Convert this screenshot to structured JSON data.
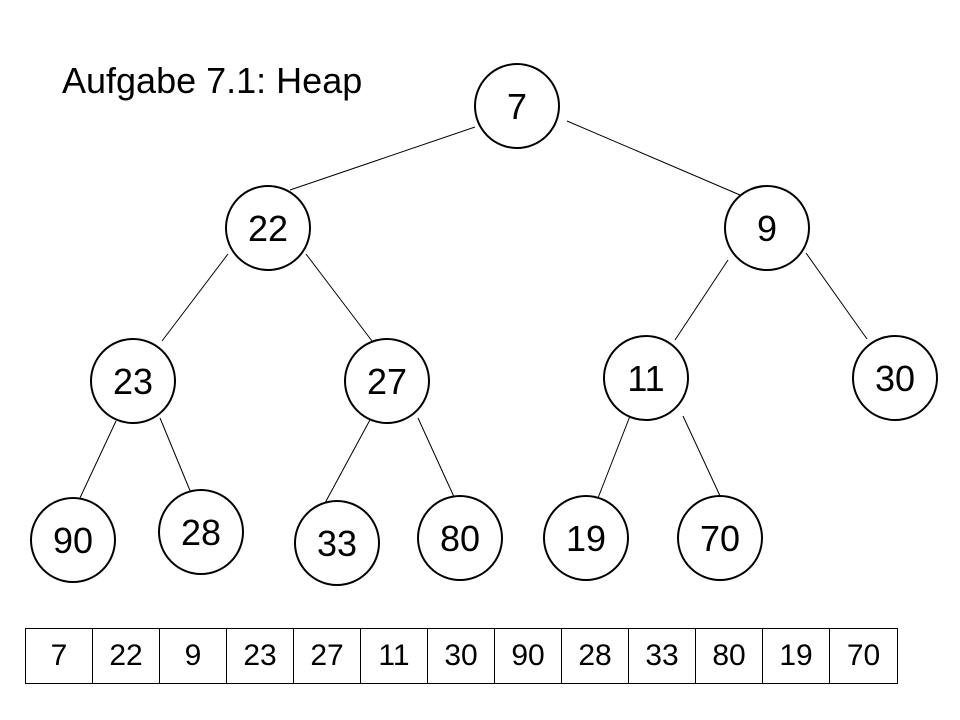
{
  "title": "Aufgabe 7.1: Heap",
  "heap": {
    "nodes": [
      "7",
      "22",
      "9",
      "23",
      "27",
      "11",
      "30",
      "90",
      "28",
      "33",
      "80",
      "19",
      "70"
    ]
  },
  "array": [
    "7",
    "22",
    "9",
    "23",
    "27",
    "11",
    "30",
    "90",
    "28",
    "33",
    "80",
    "19",
    "70"
  ]
}
